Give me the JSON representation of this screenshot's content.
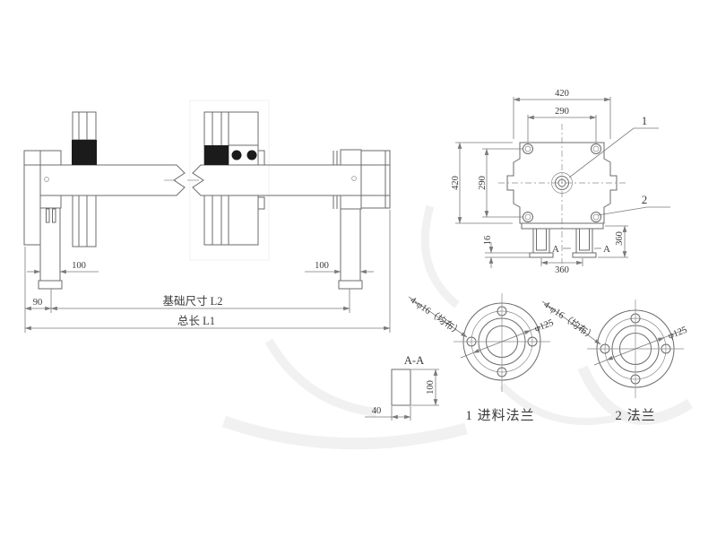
{
  "colors": {
    "line": "#6b6b6b",
    "dim_line": "#7a7a7a",
    "text": "#3a3a3a",
    "solid_fill": "#1b1b1b",
    "background": "#ffffff"
  },
  "side_view": {
    "dim_leg_left": "100",
    "dim_leg_right": "100",
    "dim_end_offset": "90",
    "dim_foundation": "基础尺寸 L2",
    "dim_total": "总长 L1"
  },
  "top_view": {
    "dim_width_outer": "420",
    "dim_width_bolts": "290",
    "dim_height_outer": "420",
    "dim_height_bolts": "290",
    "dim_foot_thickness": "16",
    "dim_support_height": "360",
    "dim_support_span": "360",
    "balloon_1": "1",
    "balloon_2": "2",
    "section_mark_left": "A",
    "section_mark_right": "A"
  },
  "section_view": {
    "title": "A-A",
    "dim_height": "100",
    "dim_width": "40"
  },
  "flange_inlet": {
    "caption": "1  进料法兰",
    "note_bolt_holes": "4-φ16（均布）",
    "note_bolt_circle": "φ125"
  },
  "flange_outlet": {
    "caption": "2  法兰",
    "note_bolt_holes": "4-φ16（均布）",
    "note_bolt_circle": "φ125"
  }
}
